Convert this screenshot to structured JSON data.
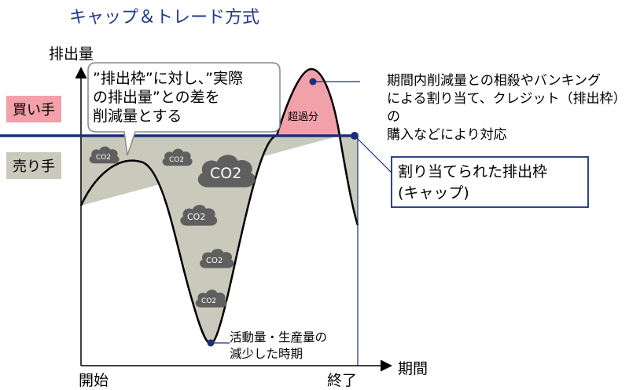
{
  "title": "キャップ＆トレード方式",
  "y_axis_label": "排出量",
  "x_axis_label": "期間",
  "start_label": "開始",
  "end_label": "終了",
  "buyer_label": "買い手",
  "seller_label": "売り手",
  "callout": {
    "lines": [
      "”排出枠”に対し、”実際",
      "の排出量”との差を",
      "削減量とする"
    ]
  },
  "right_note": {
    "lines": [
      "期間内削減量との相殺やバンキング",
      "による割り当て、クレジット（排出枠）の",
      "購入などにより対応"
    ]
  },
  "cap_box": {
    "lines": [
      "割り当てられた排出枠",
      "(キャップ)"
    ]
  },
  "low_note": {
    "lines": [
      "活動量・生産量の",
      "減少した時期"
    ]
  },
  "excess_label": "超過分",
  "co2_label": "CO2",
  "colors": {
    "title": "#1f3a8c",
    "cap_line": "#1a2f7a",
    "buyer_fill": "#f2a0aa",
    "seller_fill": "#c9c9bc",
    "cloud": "#5f5f5f"
  }
}
